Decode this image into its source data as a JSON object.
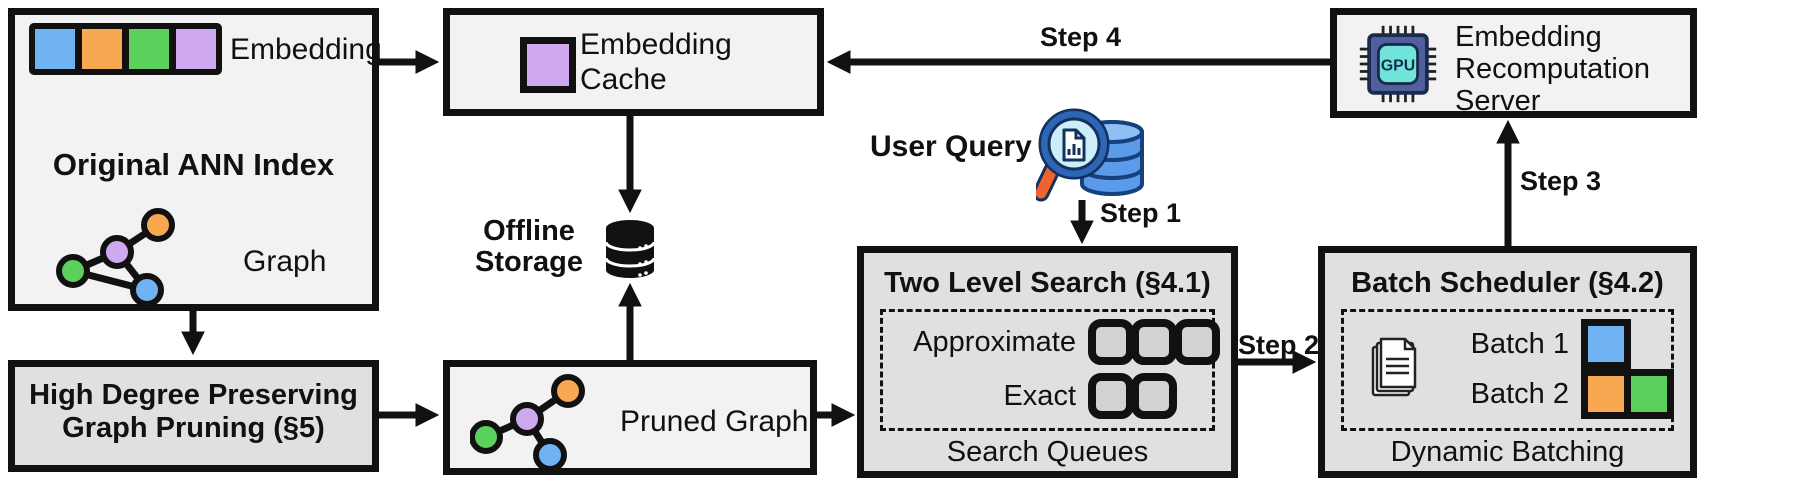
{
  "colors": {
    "blue": "#6fb3f2",
    "orange": "#f7a850",
    "green": "#5cd05c",
    "purple": "#cfa9f0",
    "box_light": "#f2f2f2",
    "box_gray": "#e0e0e0",
    "queue_fill": "#d2d2d2",
    "line": "#111111"
  },
  "ann_index": {
    "embedding_label": "Embedding",
    "title": "Original ANN Index",
    "graph_label": "Graph"
  },
  "embedding_strip_colors": [
    "blue",
    "orange",
    "green",
    "purple"
  ],
  "graph_pruning": {
    "line1": "High Degree Preserving",
    "line2": "Graph Pruning (§5)"
  },
  "embedding_cache": {
    "line1": "Embedding",
    "line2": "Cache"
  },
  "offline_storage": {
    "line1": "Offline",
    "line2": "Storage"
  },
  "pruned_graph": {
    "label": "Pruned Graph"
  },
  "user_query": {
    "label": "User Query"
  },
  "two_level_search": {
    "title": "Two Level Search (§4.1)",
    "row1_label": "Approximate",
    "row2_label": "Exact",
    "row1_count": 3,
    "row2_count": 2,
    "footer": "Search Queues"
  },
  "batch_scheduler": {
    "title": "Batch Scheduler (§4.2)",
    "row1_label": "Batch 1",
    "row2_label": "Batch 2",
    "batch1_colors": [
      "blue"
    ],
    "batch2_colors": [
      "orange",
      "green"
    ],
    "footer": "Dynamic Batching"
  },
  "recomputation_server": {
    "line1": "Embedding",
    "line2": "Recomputation",
    "line3": "Server",
    "chip_label": "GPU"
  },
  "steps": {
    "step1": "Step 1",
    "step2": "Step 2",
    "step3": "Step 3",
    "step4": "Step 4"
  }
}
